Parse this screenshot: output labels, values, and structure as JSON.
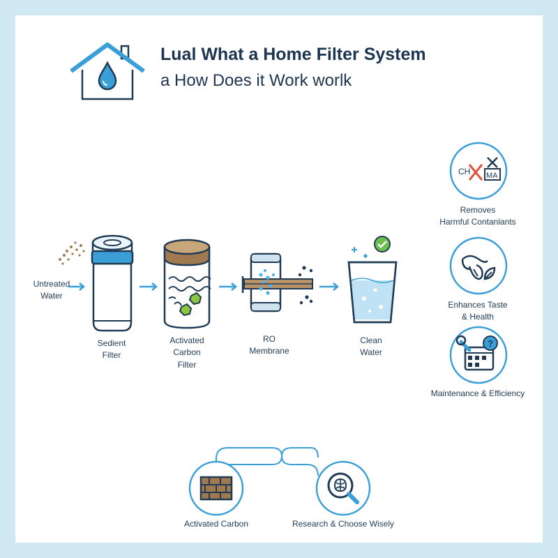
{
  "header": {
    "title": "Lual What a Home Filter System",
    "subtitle": "a How Does it Work worlk"
  },
  "process": {
    "input_label": [
      "Untreated",
      "Water"
    ],
    "stages": [
      {
        "label": [
          "Sedient",
          "Filter"
        ]
      },
      {
        "label": [
          "Activated",
          "Carbon",
          "Filter"
        ]
      },
      {
        "label": [
          "RO",
          "Membrane"
        ]
      },
      {
        "label": [
          "Clean",
          "Water"
        ]
      }
    ]
  },
  "benefits": [
    {
      "label": [
        "Removes",
        "Harmful Contanlants"
      ],
      "badge_left": "CH",
      "badge_right": "MA"
    },
    {
      "label": [
        "Enhances Taste",
        "& Health"
      ]
    },
    {
      "label": [
        "Maintenance & Efficiency"
      ]
    }
  ],
  "bottom": {
    "left_label": "Activated Carbon",
    "right_label": "Research & Choose Wisely"
  },
  "colors": {
    "accent": "#3a9fd6",
    "navy": "#1f3a55",
    "brown": "#a07a4e",
    "green": "#8cc63f",
    "light_blue": "#cfe8f1"
  }
}
